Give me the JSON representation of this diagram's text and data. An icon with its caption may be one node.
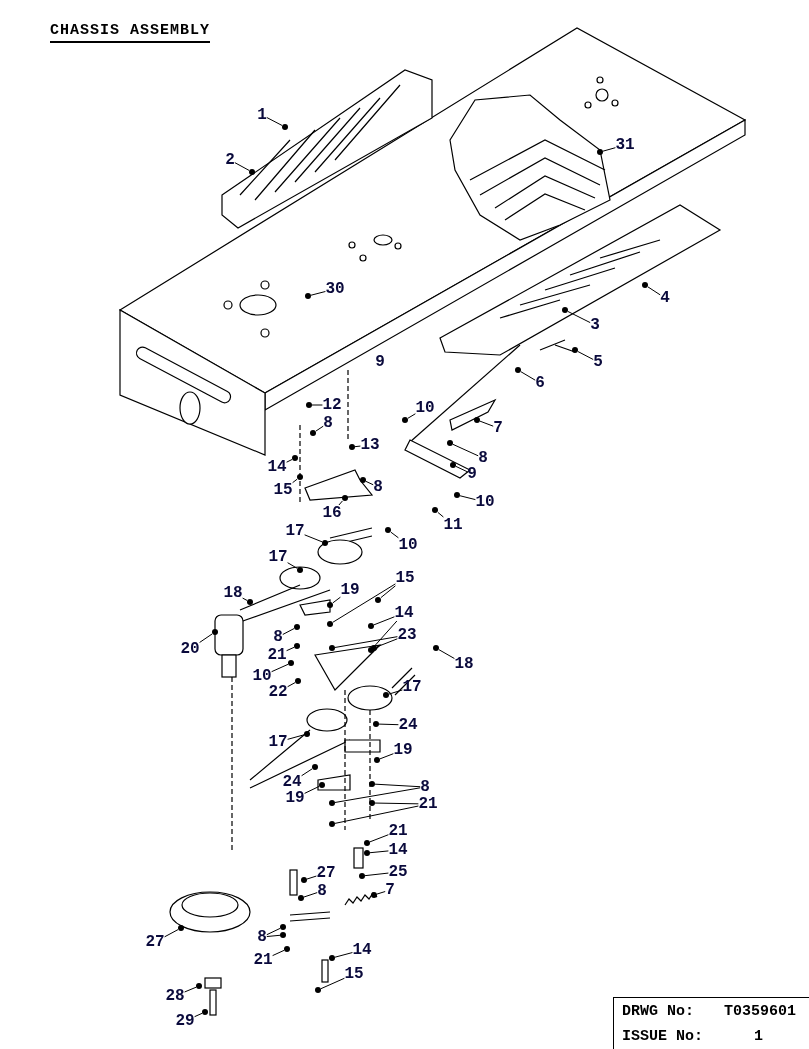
{
  "diagram": {
    "title": "CHASSIS ASSEMBLY",
    "nodes": [
      {
        "text": [
          "1"
        ]
      },
      {
        "text": [
          "2"
        ]
      },
      {
        "text": [
          "31"
        ]
      },
      {
        "text": [
          "30"
        ]
      },
      {
        "text": [
          "4"
        ]
      },
      {
        "text": [
          "3"
        ]
      },
      {
        "text": [
          "5"
        ]
      },
      {
        "text": [
          "6"
        ]
      },
      {
        "text": [
          "10"
        ]
      },
      {
        "text": [
          "7"
        ]
      },
      {
        "text": [
          "12"
        ]
      },
      {
        "text": [
          "8"
        ]
      },
      {
        "text": [
          "13"
        ]
      },
      {
        "text": [
          "8"
        ]
      },
      {
        "text": [
          "9"
        ]
      },
      {
        "text": [
          "14"
        ]
      },
      {
        "text": [
          "15"
        ]
      },
      {
        "text": [
          "8"
        ]
      },
      {
        "text": [
          "10"
        ]
      },
      {
        "text": [
          "16"
        ]
      },
      {
        "text": [
          "11"
        ]
      },
      {
        "text": [
          "10"
        ]
      },
      {
        "text": [
          "17"
        ]
      },
      {
        "text": [
          "17"
        ]
      },
      {
        "text": [
          "19"
        ]
      },
      {
        "text": [
          "15"
        ]
      },
      {
        "text": [
          "14"
        ]
      },
      {
        "text": [
          "18"
        ]
      },
      {
        "text": [
          "20"
        ]
      },
      {
        "text": [
          "8"
        ]
      },
      {
        "text": [
          "21"
        ]
      },
      {
        "text": [
          "23"
        ]
      },
      {
        "text": [
          "10"
        ]
      },
      {
        "text": [
          "22"
        ]
      },
      {
        "text": [
          "18"
        ]
      },
      {
        "text": [
          "17"
        ]
      },
      {
        "text": [
          "17"
        ]
      },
      {
        "text": [
          "24"
        ]
      },
      {
        "text": [
          "19"
        ]
      },
      {
        "text": [
          "24"
        ]
      },
      {
        "text": [
          "19"
        ]
      },
      {
        "text": [
          "8"
        ]
      },
      {
        "text": [
          "21"
        ]
      },
      {
        "text": [
          "21"
        ]
      },
      {
        "text": [
          "14"
        ]
      },
      {
        "text": [
          "25"
        ]
      },
      {
        "text": [
          "27"
        ]
      },
      {
        "text": [
          "8"
        ]
      },
      {
        "text": [
          "7"
        ]
      },
      {
        "text": [
          "27"
        ]
      },
      {
        "text": [
          "8"
        ]
      },
      {
        "text": [
          "21"
        ]
      },
      {
        "text": [
          "14"
        ]
      },
      {
        "text": [
          "15"
        ]
      },
      {
        "text": [
          "28"
        ]
      },
      {
        "text": [
          "29"
        ]
      },
      {
        "text": [],
        "shape": "circle"
      },
      {
        "text": [],
        "shape": "circle"
      },
      {
        "text": [],
        "shape": "circle"
      },
      {
        "text": [],
        "shape": "circle"
      },
      {
        "text": [],
        "shape": "circle"
      },
      {
        "text": [],
        "shape": "circle"
      },
      {
        "text": [],
        "shape": "circle"
      },
      {
        "text": [],
        "shape": "circle"
      },
      {
        "text": [],
        "shape": "circle"
      },
      {
        "text": [],
        "shape": "circle"
      },
      {
        "text": [],
        "shape": "circle"
      },
      {
        "text": [],
        "shape": "circle"
      },
      {
        "text": [],
        "shape": "circle"
      },
      {
        "text": [],
        "shape": "circle"
      },
      {
        "text": [],
        "shape": "circle"
      },
      {
        "text": [],
        "shape": "circle"
      },
      {
        "text": [],
        "shape": "circle"
      },
      {
        "text": [],
        "shape": "circle"
      },
      {
        "text": [],
        "shape": "circle"
      },
      {
        "text": [],
        "shape": "circle"
      },
      {
        "text": [],
        "shape": "circle"
      },
      {
        "text": [],
        "shape": "circle"
      },
      {
        "text": [],
        "shape": "circle"
      },
      {
        "text": [],
        "shape": "circle"
      },
      {
        "text": [],
        "shape": "circle"
      },
      {
        "text": [],
        "shape": "circle"
      },
      {
        "text": [],
        "shape": "circle"
      },
      {
        "text": [],
        "shape": "circle"
      },
      {
        "text": [],
        "shape": "circle"
      },
      {
        "text": [],
        "shape": "circle"
      },
      {
        "text": [],
        "shape": "circle"
      },
      {
        "text": [],
        "shape": "circle"
      },
      {
        "text": [],
        "shape": "circle"
      },
      {
        "text": [],
        "shape": "circle"
      },
      {
        "text": [],
        "shape": "circle"
      },
      {
        "text": [],
        "shape": "circle"
      },
      {
        "text": [],
        "shape": "circle"
      },
      {
        "text": [],
        "shape": "circle"
      },
      {
        "text": [],
        "shape": "circle"
      },
      {
        "text": [],
        "shape": "circle"
      },
      {
        "text": [],
        "shape": "circle"
      },
      {
        "text": [],
        "shape": "circle"
      },
      {
        "text": [],
        "shape": "circle"
      },
      {
        "text": [],
        "shape": "circle"
      },
      {
        "text": [],
        "shape": "circle"
      },
      {
        "text": [],
        "shape": "circle"
      },
      {
        "text": [],
        "shape": "circle"
      },
      {
        "text": [],
        "shape": "circle"
      },
      {
        "text": [],
        "shape": "circle"
      },
      {
        "text": [],
        "shape": "circle"
      },
      {
        "text": [],
        "shape": "circle"
      },
      {
        "text": [],
        "shape": "circle"
      },
      {
        "text": [],
        "shape": "circle"
      },
      {
        "text": [],
        "shape": "circle"
      },
      {
        "text": [],
        "shape": "circle"
      },
      {
        "text": [],
        "shape": "circle"
      },
      {
        "text": [],
        "shape": "circle"
      },
      {
        "text": [],
        "shape": "circle"
      },
      {
        "text": [],
        "shape": "circle"
      },
      {
        "text": [],
        "shape": "circle"
      },
      {
        "text": [],
        "shape": "circle"
      },
      {
        "text": [],
        "shape": "circle"
      }
    ],
    "edges": [
      {
        "from": 0,
        "to": 56,
        "arrow": "none"
      },
      {
        "from": 1,
        "to": 57,
        "arrow": "none"
      },
      {
        "from": 2,
        "to": 58,
        "arrow": "none"
      },
      {
        "from": 3,
        "to": 59,
        "arrow": "none"
      },
      {
        "from": 4,
        "to": 60,
        "arrow": "none"
      },
      {
        "from": 5,
        "to": 61,
        "arrow": "none"
      },
      {
        "from": 6,
        "to": 62,
        "arrow": "none"
      },
      {
        "from": 7,
        "to": 63,
        "arrow": "none"
      },
      {
        "from": 8,
        "to": 64,
        "arrow": "none"
      },
      {
        "from": 9,
        "to": 65,
        "arrow": "none"
      },
      {
        "from": 10,
        "to": 66,
        "arrow": "none"
      },
      {
        "from": 11,
        "to": 67,
        "arrow": "none"
      },
      {
        "from": 12,
        "to": 68,
        "arrow": "none"
      },
      {
        "from": 13,
        "to": 69,
        "arrow": "none"
      },
      {
        "from": 14,
        "to": 70,
        "arrow": "none"
      },
      {
        "from": 15,
        "to": 71,
        "arrow": "none"
      },
      {
        "from": 16,
        "to": 72,
        "arrow": "none"
      },
      {
        "from": 17,
        "to": 73,
        "arrow": "none"
      },
      {
        "from": 18,
        "to": 74,
        "arrow": "none"
      },
      {
        "from": 19,
        "to": 75,
        "arrow": "none"
      },
      {
        "from": 20,
        "to": 76,
        "arrow": "none"
      },
      {
        "from": 21,
        "to": 77,
        "arrow": "none"
      },
      {
        "from": 22,
        "to": 78,
        "arrow": "none"
      },
      {
        "from": 23,
        "to": 79,
        "arrow": "none"
      },
      {
        "from": 24,
        "to": 80,
        "arrow": "none"
      },
      {
        "from": 25,
        "to": 81,
        "arrow": "none"
      },
      {
        "from": 25,
        "to": 82,
        "arrow": "none"
      },
      {
        "from": 26,
        "to": 83,
        "arrow": "none"
      },
      {
        "from": 26,
        "to": 84,
        "arrow": "none"
      },
      {
        "from": 27,
        "to": 85,
        "arrow": "none"
      },
      {
        "from": 28,
        "to": 86,
        "arrow": "none"
      },
      {
        "from": 29,
        "to": 87,
        "arrow": "none"
      },
      {
        "from": 30,
        "to": 88,
        "arrow": "none"
      },
      {
        "from": 31,
        "to": 89,
        "arrow": "none"
      },
      {
        "from": 31,
        "to": 90,
        "arrow": "none"
      },
      {
        "from": 32,
        "to": 91,
        "arrow": "none"
      },
      {
        "from": 33,
        "to": 92,
        "arrow": "none"
      },
      {
        "from": 34,
        "to": 93,
        "arrow": "none"
      },
      {
        "from": 35,
        "to": 94,
        "arrow": "none"
      },
      {
        "from": 36,
        "to": 95,
        "arrow": "none"
      },
      {
        "from": 37,
        "to": 96,
        "arrow": "none"
      },
      {
        "from": 38,
        "to": 97,
        "arrow": "none"
      },
      {
        "from": 39,
        "to": 98,
        "arrow": "none"
      },
      {
        "from": 40,
        "to": 99,
        "arrow": "none"
      },
      {
        "from": 41,
        "to": 100,
        "arrow": "none"
      },
      {
        "from": 41,
        "to": 101,
        "arrow": "none"
      },
      {
        "from": 42,
        "to": 102,
        "arrow": "none"
      },
      {
        "from": 42,
        "to": 103,
        "arrow": "none"
      },
      {
        "from": 43,
        "to": 104,
        "arrow": "none"
      },
      {
        "from": 44,
        "to": 105,
        "arrow": "none"
      },
      {
        "from": 45,
        "to": 106,
        "arrow": "none"
      },
      {
        "from": 46,
        "to": 107,
        "arrow": "none"
      },
      {
        "from": 47,
        "to": 108,
        "arrow": "none"
      },
      {
        "from": 48,
        "to": 109,
        "arrow": "none"
      },
      {
        "from": 49,
        "to": 110,
        "arrow": "none"
      },
      {
        "from": 50,
        "to": 111,
        "arrow": "none"
      },
      {
        "from": 50,
        "to": 112,
        "arrow": "none"
      },
      {
        "from": 51,
        "to": 113,
        "arrow": "none"
      },
      {
        "from": 52,
        "to": 114,
        "arrow": "none"
      },
      {
        "from": 53,
        "to": 115,
        "arrow": "none"
      },
      {
        "from": 54,
        "to": 116,
        "arrow": "none"
      },
      {
        "from": 55,
        "to": 117,
        "arrow": "none"
      }
    ],
    "labels": [
      "9",
      "DRWG No:",
      "T0359601",
      "ISSUE No:",
      "1"
    ]
  }
}
